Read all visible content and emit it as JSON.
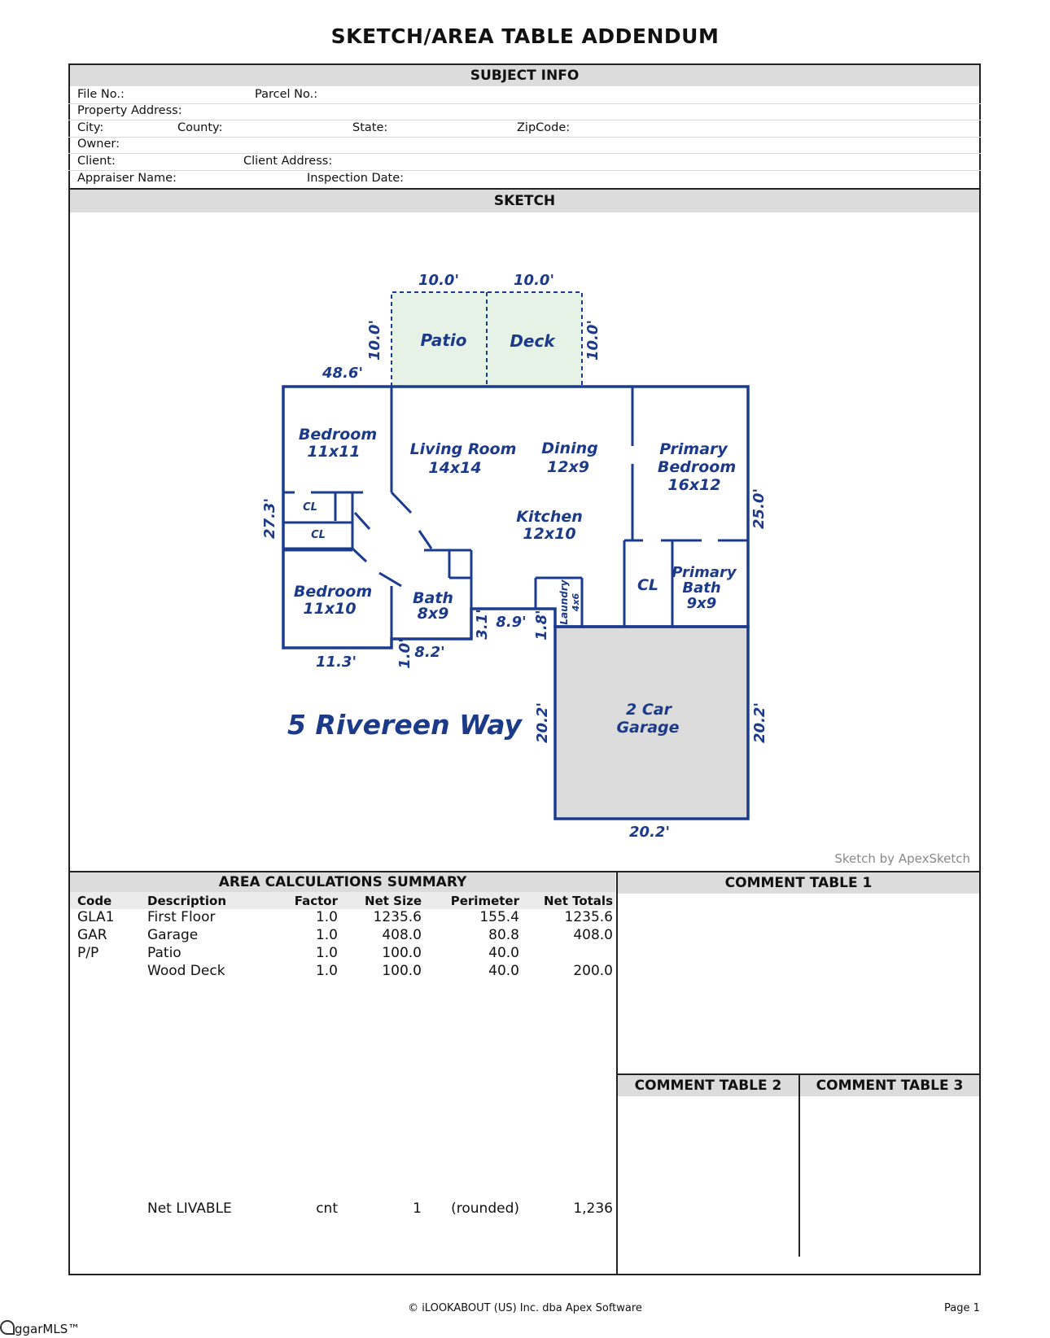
{
  "header": {
    "title": "SKETCH/AREA TABLE ADDENDUM"
  },
  "subject_info": {
    "heading": "SUBJECT INFO",
    "file_no": "File No.:",
    "parcel_no": "Parcel No.:",
    "property_address": "Property Address:",
    "city": "City:",
    "county": "County:",
    "state": "State:",
    "zipcode": "ZipCode:",
    "owner": "Owner:",
    "client": "Client:",
    "client_address": "Client Address:",
    "appraiser_name": "Appraiser Name:",
    "inspection_date": "Inspection Date:"
  },
  "sketch": {
    "heading": "SKETCH",
    "credit": "Sketch by ApexSketch",
    "street_name": "5 Rivereen Way",
    "rooms": {
      "patio": "Patio",
      "deck": "Deck",
      "bedroom1_name": "Bedroom",
      "bedroom1_size": "11x11",
      "living_name": "Living Room",
      "living_size": "14x14",
      "dining_name": "Dining",
      "dining_size": "12x9",
      "primary_bed_line1": "Primary",
      "primary_bed_line2": "Bedroom",
      "primary_bed_size": "16x12",
      "kitchen_name": "Kitchen",
      "kitchen_size": "12x10",
      "cl1": "CL",
      "cl2": "CL",
      "cl3": "CL",
      "bedroom2_name": "Bedroom",
      "bedroom2_size": "11x10",
      "bath_name": "Bath",
      "bath_size": "8x9",
      "laundry_name": "Laundry",
      "laundry_size": "4x6",
      "primary_bath_line1": "Primary",
      "primary_bath_line2": "Bath",
      "primary_bath_size": "9x9",
      "garage_line1": "2 Car",
      "garage_line2": "Garage"
    },
    "dimensions": {
      "patio_top": "10.0'",
      "deck_top": "10.0'",
      "patio_left": "10.0'",
      "deck_right": "10.0'",
      "top_wall": "48.6'",
      "left_wall": "27.3'",
      "right_wall": "25.0'",
      "bottom_left": "11.3'",
      "step_1": "1.0'",
      "bath_bottom": "8.2'",
      "step_3": "3.1'",
      "middle_run": "8.9'",
      "step_18": "1.8'",
      "garage_left": "20.2'",
      "garage_right": "20.2'",
      "garage_bottom": "20.2'"
    }
  },
  "area_summary": {
    "heading": "AREA CALCULATIONS SUMMARY",
    "columns": [
      "Code",
      "Description",
      "Factor",
      "Net Size",
      "Perimeter",
      "Net Totals"
    ],
    "rows": [
      [
        "GLA1",
        "First Floor",
        "1.0",
        "1235.6",
        "155.4",
        "1235.6"
      ],
      [
        "GAR",
        "Garage",
        "1.0",
        "408.0",
        "80.8",
        "408.0"
      ],
      [
        "P/P",
        "Patio",
        "1.0",
        "100.0",
        "40.0",
        ""
      ],
      [
        "",
        "Wood Deck",
        "1.0",
        "100.0",
        "40.0",
        "200.0"
      ]
    ],
    "net_livable": [
      "",
      "Net LIVABLE",
      "cnt",
      "1",
      "(rounded)",
      "1,236"
    ]
  },
  "comments": {
    "table1": "COMMENT TABLE 1",
    "table2": "COMMENT TABLE 2",
    "table3": "COMMENT TABLE 3"
  },
  "footer": {
    "copyright": "© iLOOKABOUT (US) Inc. dba Apex Software",
    "page": "Page 1",
    "mls": "ggarMLS™"
  }
}
